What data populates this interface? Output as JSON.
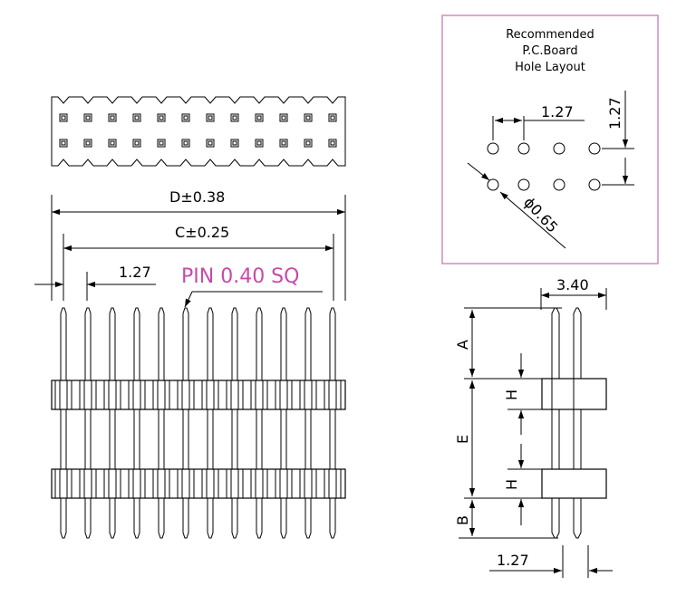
{
  "drawing": {
    "recommended_box": {
      "line1": "Recommended",
      "line2": "P.C.Board",
      "line3": "Hole Layout",
      "pitch_h": "1.27",
      "pitch_v": "1.27",
      "hole_dia": "ϕ0.65",
      "border_color": "#c86eb4"
    },
    "front_view": {
      "dim_d": "D±0.38",
      "dim_c": "C±0.25",
      "pitch": "1.27",
      "pin_callout": "PIN 0.40 SQ",
      "pin_callout_color": "#c84aa8",
      "pin_count_per_row": 12,
      "rows_top_view": 2
    },
    "side_view": {
      "width": "3.40",
      "dim_a": "A",
      "dim_e": "E",
      "dim_b": "B",
      "dim_h_top": "H",
      "dim_h_bottom": "H",
      "pitch_bottom": "1.27"
    }
  }
}
